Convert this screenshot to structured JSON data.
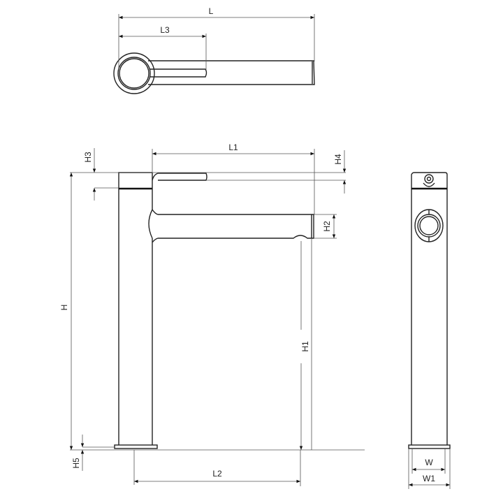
{
  "drawing": {
    "top_view": {
      "labels": {
        "L": "L",
        "L3": "L3"
      }
    },
    "front_view": {
      "labels": {
        "L1": "L1",
        "L2": "L2",
        "H": "H",
        "H1": "H1",
        "H2": "H2",
        "H3": "H3",
        "H4": "H4",
        "H5": "H5"
      }
    },
    "side_view": {
      "labels": {
        "W": "W",
        "W1": "W1"
      }
    },
    "colors": {
      "line": "#222222",
      "background": "#ffffff"
    }
  }
}
